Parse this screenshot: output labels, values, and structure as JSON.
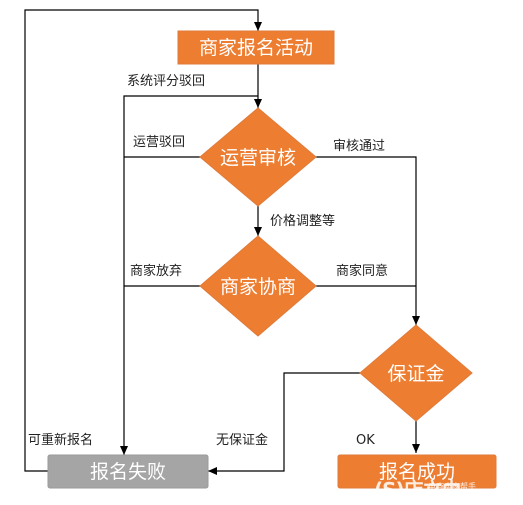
{
  "colors": {
    "node_fill": "#ED7D31",
    "node_fill_fail": "#A5A5A5",
    "node_stroke": "#E07B3A",
    "line": "#000000",
    "text_on_node": "#FFFFFF"
  },
  "nodes": {
    "signup": "商家报名活动",
    "review": "运营审核",
    "negotiate": "商家协商",
    "deposit": "保证金",
    "fail": "报名失败",
    "success": "报名成功"
  },
  "edge_labels": {
    "system_reject": "系统评分驳回",
    "ops_reject": "运营驳回",
    "review_pass": "审核通过",
    "price_adjust": "价格调整等",
    "merchant_abandon": "商家放弃",
    "merchant_agree": "商家同意",
    "no_deposit": "无保证金",
    "ok": "OK",
    "reapply": "可重新报名"
  },
  "watermark": {
    "logo": "(S)店立由",
    "text": "电商卖家帮手"
  }
}
